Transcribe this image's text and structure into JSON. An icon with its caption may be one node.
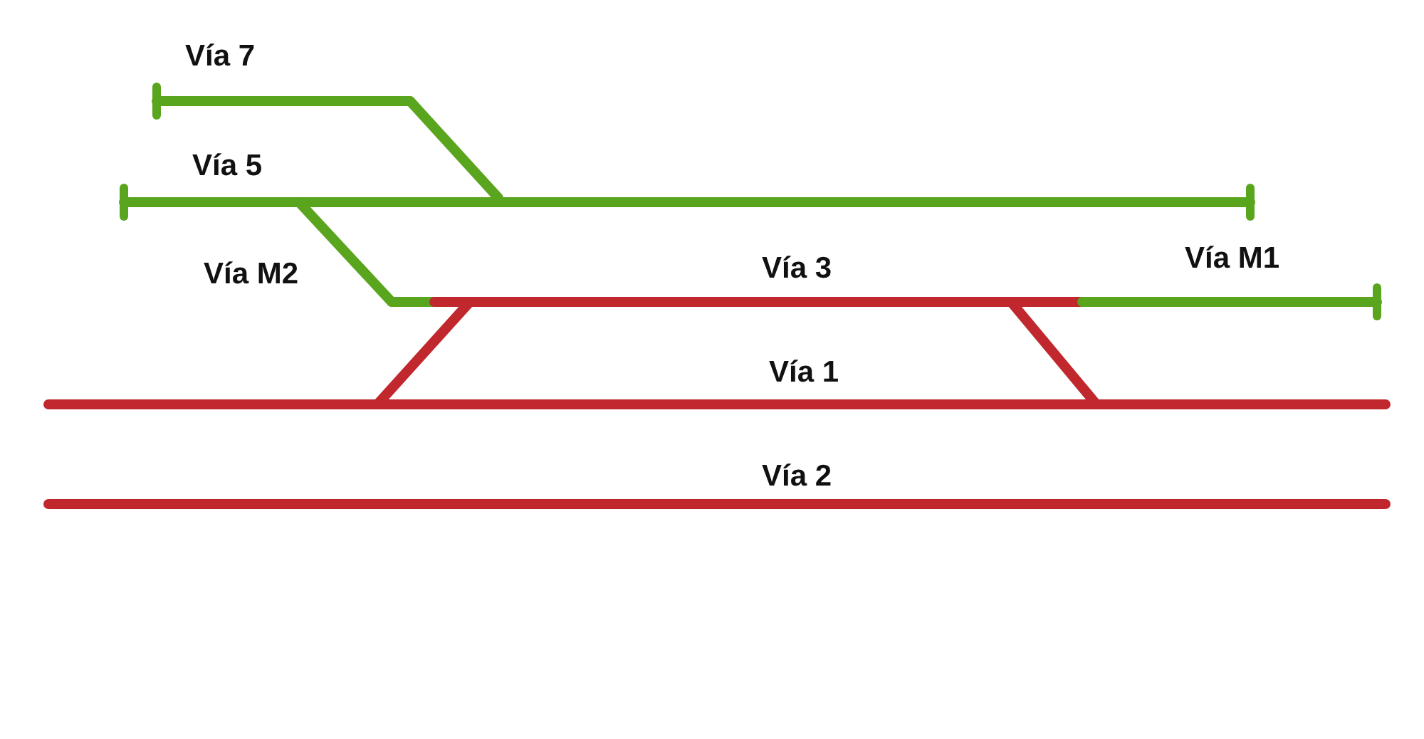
{
  "diagram": {
    "labels": [
      "Vía 7",
      "Vía 5",
      "Vía M2",
      "Vía 3",
      "Vía M1",
      "Vía 1",
      "Vía 2"
    ]
  }
}
